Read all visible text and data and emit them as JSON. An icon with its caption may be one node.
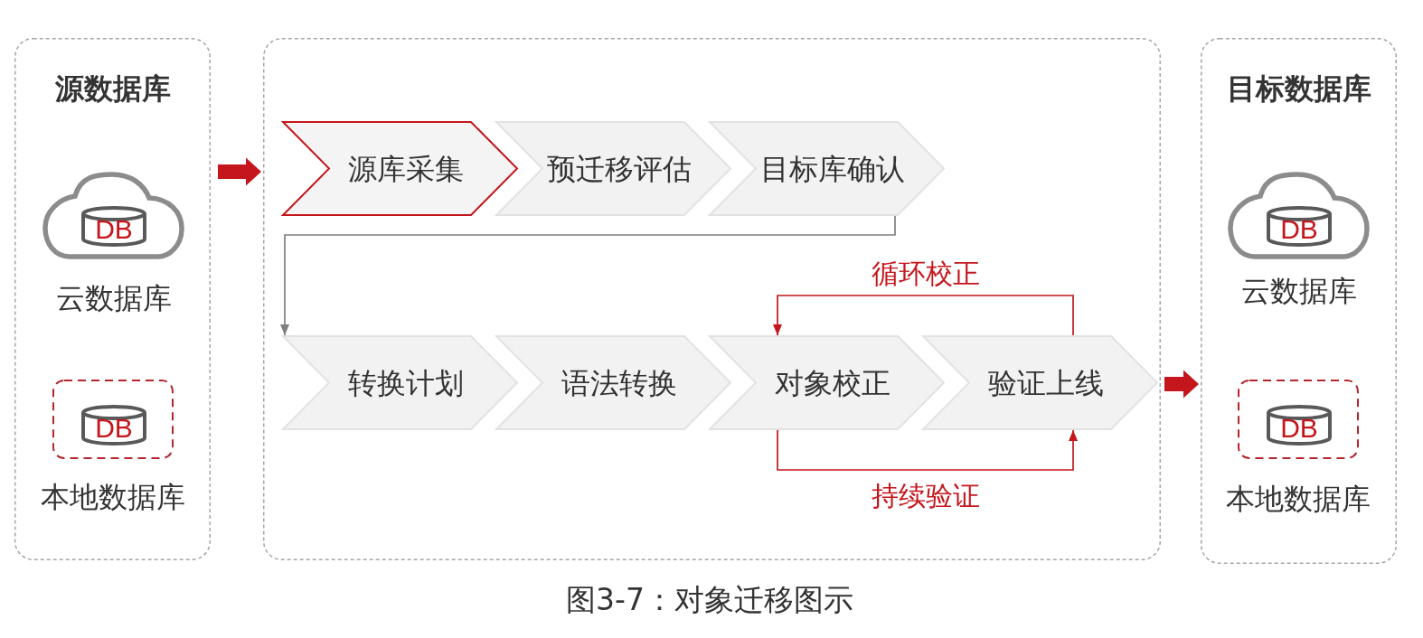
{
  "diagram": {
    "caption": "图3-7：对象迁移图示",
    "nodes": [
      {
        "text": [
          "源数据库"
        ]
      },
      {
        "text": [],
        "shape": "cloud",
        "in": 0,
        "beside": [
          "云数据库"
        ]
      },
      {
        "text": [
          "DB"
        ],
        "in": 1
      },
      {
        "text": [],
        "shape": "box",
        "in": 0,
        "beside": [
          "本地数据库"
        ]
      },
      {
        "text": [
          "DB"
        ],
        "in": 3
      },
      {
        "text": [],
        "shape": "box"
      },
      {
        "text": [
          "源库采集"
        ],
        "in": 5
      },
      {
        "text": [
          "预迁移评估"
        ],
        "in": 5
      },
      {
        "text": [
          "目标库确认"
        ],
        "in": 5
      },
      {
        "text": [
          "转换计划"
        ],
        "in": 5
      },
      {
        "text": [
          "语法转换"
        ],
        "in": 5
      },
      {
        "text": [
          "对象校正"
        ],
        "in": 5
      },
      {
        "text": [
          "验证上线"
        ],
        "in": 5
      },
      {
        "text": [
          "目标数据库"
        ]
      },
      {
        "text": [],
        "shape": "cloud",
        "in": 13,
        "beside": [
          "云数据库"
        ]
      },
      {
        "text": [
          "DB"
        ],
        "in": 14
      },
      {
        "text": [],
        "shape": "box",
        "in": 13,
        "beside": [
          "本地数据库"
        ]
      },
      {
        "text": [
          "DB"
        ],
        "in": 16
      }
    ],
    "edges": [
      {
        "from": 0,
        "to": 5,
        "arrow": "to",
        "style": "thick",
        "color": "#c4161c"
      },
      {
        "from": 8,
        "to": 9,
        "arrow": "to",
        "color": "#7f7f7f"
      },
      {
        "from": 12,
        "to": 11,
        "arrow": "to",
        "label": "循环校正",
        "color": "#c4161c"
      },
      {
        "from": 11,
        "to": 12,
        "arrow": "to",
        "label": "持续验证",
        "color": "#c4161c"
      },
      {
        "from": 5,
        "to": 13,
        "arrow": "to",
        "style": "thick",
        "color": "#c4161c"
      }
    ]
  }
}
